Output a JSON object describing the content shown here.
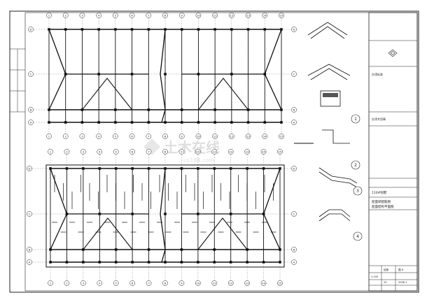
{
  "title_block": {
    "field_1": "台湾标准",
    "field_2": "台湾专用章",
    "project": "110#别墅",
    "drawing_line_1": "屋面梁配筋图",
    "drawing_line_2": "屋面结构平面图",
    "row_a_label": "结施",
    "row_a_value": "建-8",
    "row_b_label": "1:100",
    "row_c_label": "2008.1",
    "row_c_value": "20"
  },
  "watermark": {
    "text_cn": "土木在线",
    "text_en": "co188.com"
  },
  "top_plan": {
    "column_axes": [
      "1",
      "2",
      "3",
      "4",
      "5",
      "6",
      "7",
      "8",
      "9",
      "10",
      "11",
      "12",
      "13",
      "14",
      "15"
    ],
    "row_axes_left": [
      "D",
      "C",
      "B",
      "A"
    ]
  },
  "bottom_plan": {
    "column_axes": [
      "1",
      "2",
      "3",
      "4",
      "5",
      "6",
      "7",
      "8",
      "9",
      "10",
      "11",
      "12",
      "13",
      "14",
      "15"
    ],
    "row_axes_left": [
      "D",
      "C",
      "B",
      "A"
    ]
  },
  "details": {
    "labels": [
      "1",
      "2",
      "3",
      "4"
    ]
  }
}
